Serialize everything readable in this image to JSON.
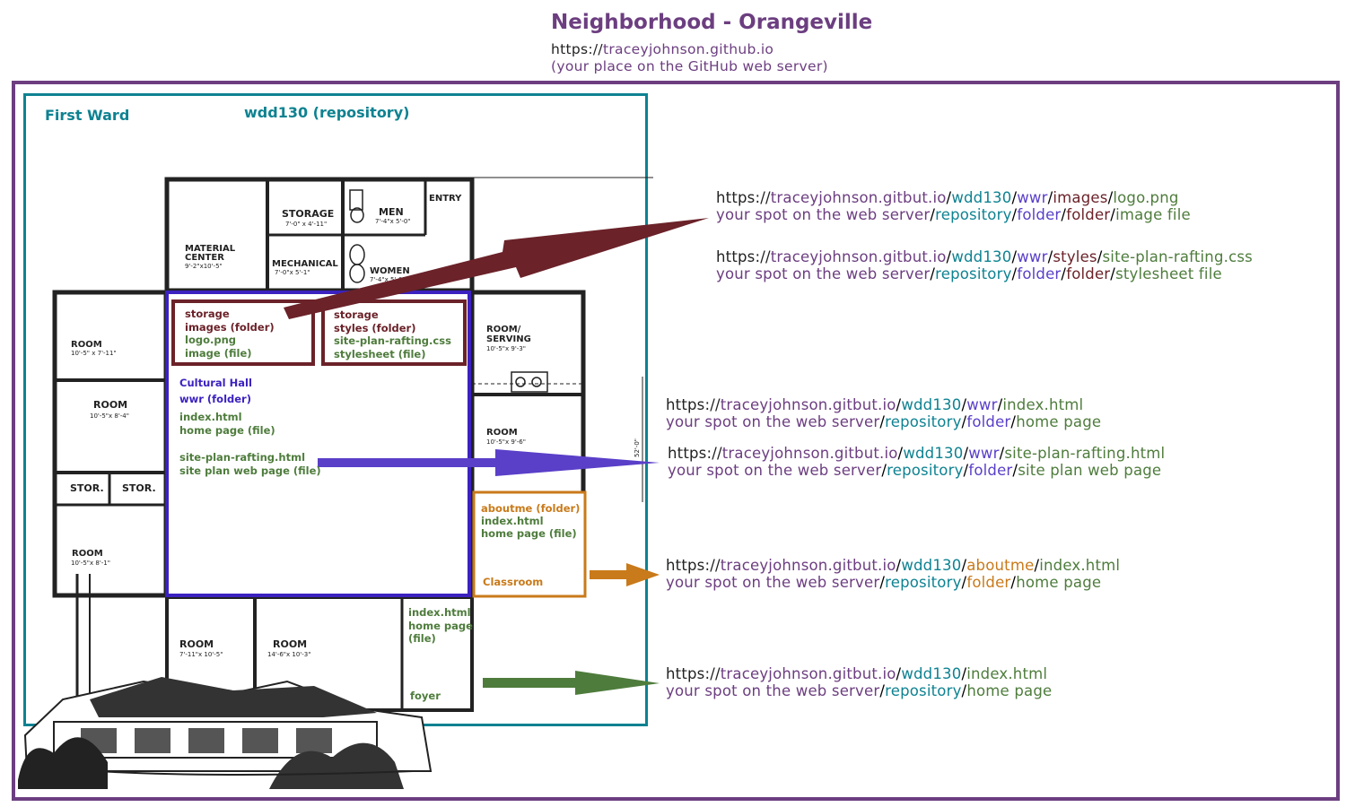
{
  "colors": {
    "purple": "#6c3e80",
    "teal": "#0e8291",
    "indigo": "#5a3fc8",
    "maroon": "#6b2229",
    "green": "#4e7c3c",
    "orange": "#c97a1a",
    "blue_box": "#3b22c0"
  },
  "header": {
    "title": "Neighborhood - Orangeville",
    "url_proto": "https://",
    "url_host": "traceyjohnson.github.io",
    "note": "(your place on the GitHub web server)"
  },
  "labels": {
    "first_ward": "First Ward",
    "repository": "wdd130 (repository)"
  },
  "plan": {
    "rooms": {
      "storage": "STORAGE",
      "storage_dim": "7'-0\" x 4'-11\"",
      "men": "MEN",
      "men_dim": "7'-4\"x 5'-0\"",
      "entry": "ENTRY",
      "material": "MATERIAL",
      "center": "CENTER",
      "material_dim": "9'-2\"x10'-5\"",
      "mechanical": "MECHANICAL",
      "mechanical_dim": "7'-0\"x 5'-1\"",
      "women": "WOMEN",
      "women_dim": "7'-4\"x 5'-0\"",
      "room": "ROOM",
      "room1_dim": "10'-5\" x 7'-11\"",
      "room2_dim": "10'-5\"x 8'-4\"",
      "stor": "STOR.",
      "room3_dim": "10'-5\"x 8'-1\"",
      "room_serving_1": "ROOM/",
      "room_serving_2": "SERVING",
      "serving_dim": "10'-5\"x 9'-3\"",
      "room_right_dim": "10'-5\"x 9'-6\"",
      "room_bottom1_dim": "7'-11\"x 10'-5\"",
      "room_bottom2_dim": "14'-6\"x 10'-3\"",
      "side_dim": "52'-0\""
    }
  },
  "boxes": {
    "images": {
      "l1": "storage",
      "l2": "images (folder)",
      "l3": "logo.png",
      "l4": "image (file)"
    },
    "styles": {
      "l1": "storage",
      "l2": "styles (folder)",
      "l3": "site-plan-rafting.css",
      "l4": "stylesheet (file)"
    },
    "hall": {
      "l1": "Cultural Hall",
      "l2": "wwr (folder)",
      "l3": "index.html",
      "l4": "home page (file)",
      "l5": "site-plan-rafting.html",
      "l6": "site plan web page (file)"
    },
    "aboutme": {
      "l1": "aboutme (folder)",
      "l2": "index.html",
      "l3": "home page (file)",
      "l4": "Classroom"
    },
    "foyer": {
      "l1": "index.html",
      "l2": "home page",
      "l3": "(file)",
      "l4": "foyer"
    }
  },
  "urls": {
    "slash": "/",
    "proto": "https://",
    "host": "traceyjohnson.gitbut.io",
    "spot": "your spot on the web server",
    "repo": "wdd130",
    "repository": "repository",
    "folder": "folder",
    "u1": {
      "f1": "wwr",
      "f2": "images",
      "file": "logo.png",
      "d_file": "image file"
    },
    "u2": {
      "f1": "wwr",
      "f2": "styles",
      "file": "site-plan-rafting.css",
      "d_file": "stylesheet file"
    },
    "u3": {
      "f1": "wwr",
      "file": "index.html",
      "d_file": "home page"
    },
    "u4": {
      "f1": "wwr",
      "file": "site-plan-rafting.html",
      "d_file": "site plan web page"
    },
    "u5": {
      "f1": "aboutme",
      "file": "index.html",
      "d_file": "home page"
    },
    "u6": {
      "file": "index.html",
      "d_file": "home page"
    }
  }
}
